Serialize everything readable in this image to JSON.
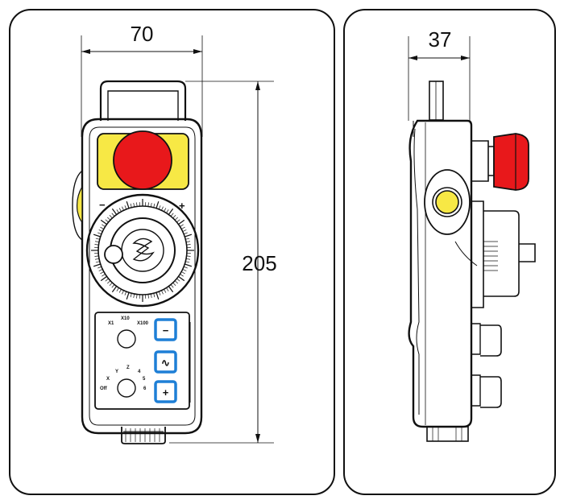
{
  "front_view": {
    "width_dim": "70",
    "height_dim": "205",
    "handwheel_minus": "−",
    "handwheel_plus": "+",
    "axis_selector_labels": [
      "X1",
      "X10",
      "X100"
    ],
    "axis_labels": [
      "X",
      "Y",
      "Z",
      "4",
      "5",
      "6",
      "Off"
    ],
    "button_symbols": [
      "−",
      "∿",
      "+"
    ]
  },
  "side_view": {
    "depth_dim": "37"
  },
  "colors": {
    "estop_red": "#e8181b",
    "yellow_panel": "#f7e845",
    "button_blue": "#1e7fd6",
    "outline": "#111111"
  }
}
